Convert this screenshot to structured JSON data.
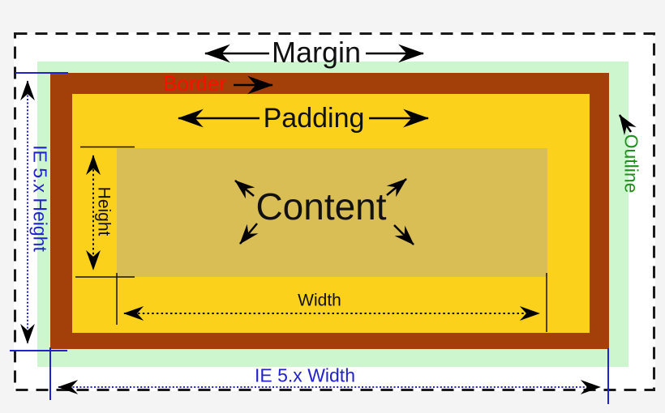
{
  "diagram": {
    "labels": {
      "margin": "Margin",
      "border": "Border",
      "padding": "Padding",
      "content": "Content",
      "width": "Width",
      "height": "Height",
      "ie_height": "IE 5.x Height",
      "ie_width": "IE 5.x Width",
      "outline": "Outline"
    },
    "colors": {
      "page_background": "#f4f4f5",
      "margin_area": "#ffffff",
      "outline_area": "#cdf6ce",
      "border_area": "#a34009",
      "padding_area": "#fcd11b",
      "content_area": "#d9bd55",
      "border_label_text": "#fb0f00",
      "outline_label_text": "#1f8f1f",
      "ie_label_text": "#2222cc",
      "arrows": "#000000",
      "dashed_boundary": "#1a1a1a"
    }
  }
}
